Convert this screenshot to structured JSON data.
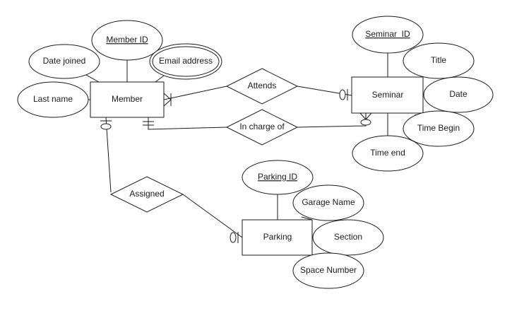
{
  "entities": {
    "member": "Member",
    "seminar": "Seminar",
    "parking": "Parking"
  },
  "relationships": {
    "attends": "Attends",
    "in_charge_of": "In charge of",
    "assigned": "Assigned"
  },
  "attributes": {
    "member_id": "Member ID",
    "date_joined": "Date joined",
    "email_address": "Email address",
    "last_name": "Last name",
    "seminar_id": "Seminar  ID",
    "title": "Title",
    "date": "Date",
    "time_begin": "Time Begin",
    "time_end": "Time end",
    "parking_id": "Parking ID",
    "garage_name": "Garage Name",
    "section": "Section",
    "space_number": "Space Number"
  }
}
